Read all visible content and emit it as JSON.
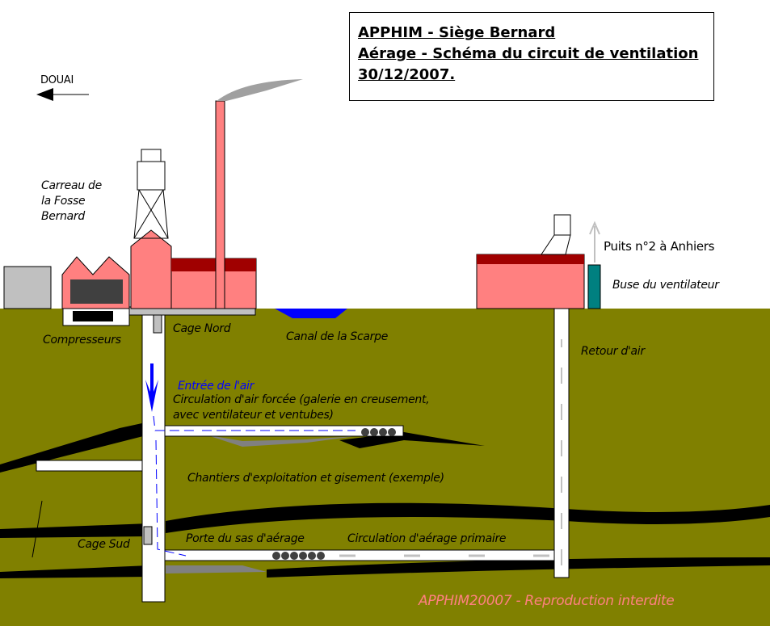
{
  "title": {
    "line1": "APPHIM - Siège Bernard",
    "line2": "Aérage - Schéma du circuit de ventilation",
    "line3": "30/12/2007."
  },
  "labels": {
    "douai": "DOUAI",
    "carreau": [
      "Carreau de",
      "la Fosse",
      "Bernard"
    ],
    "puits2": "Puits n°2 à Anhiers",
    "buse": "Buse du ventilateur",
    "compresseurs": "Compresseurs",
    "cage_nord": "Cage Nord",
    "canal": "Canal de la Scarpe",
    "retour": "Retour d'air",
    "entree": "Entrée de l'air",
    "forcee1": "Circulation d'air forcée (galerie en creusement,",
    "forcee2": "avec ventilateur et ventubes)",
    "chantiers": "Chantiers d'exploitation et gisement (exemple)",
    "cage_sud": "Cage Sud",
    "porte": "Porte du sas d'aérage",
    "primaire": "Circulation d'aérage primaire",
    "copyright": "APPHIM20007 - Reproduction interdite"
  },
  "colors": {
    "ground": "#808000",
    "building": "#ff8080",
    "brick": "#a00000",
    "air": "#0000ff",
    "water": "#0000ff",
    "copyright": "#ff8080"
  }
}
